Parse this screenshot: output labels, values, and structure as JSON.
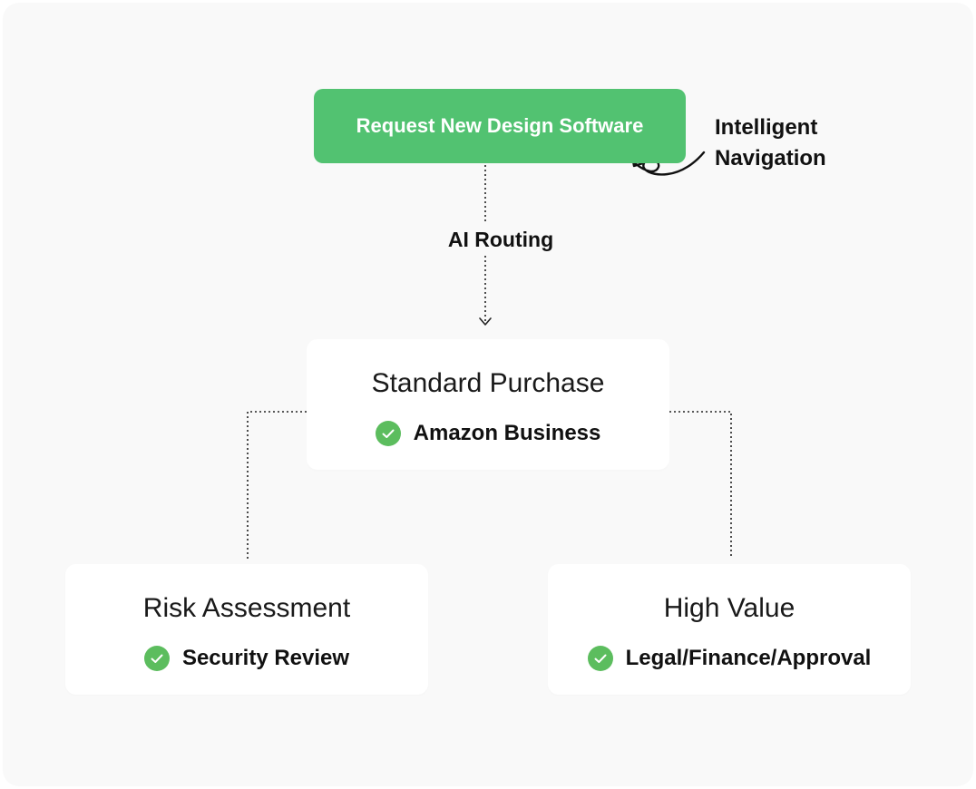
{
  "request_button": {
    "label": "Request New Design Software"
  },
  "callout": {
    "line1": "Intelligent",
    "line2": "Navigation"
  },
  "routing": {
    "label": "AI Routing"
  },
  "nodes": {
    "standard": {
      "title": "Standard Purchase",
      "check": "Amazon Business"
    },
    "risk": {
      "title": "Risk Assessment",
      "check": "Security Review"
    },
    "high_value": {
      "title": "High Value",
      "check": "Legal/Finance/Approval"
    }
  },
  "icons": {
    "check": "check-circle-icon",
    "arrow": "curved-arrow-icon",
    "arrowhead": "chevron-down-icon"
  },
  "colors": {
    "accent": "#52c271",
    "check": "#5cbd5e",
    "canvas": "#f9f9f9",
    "text": "#111111"
  }
}
